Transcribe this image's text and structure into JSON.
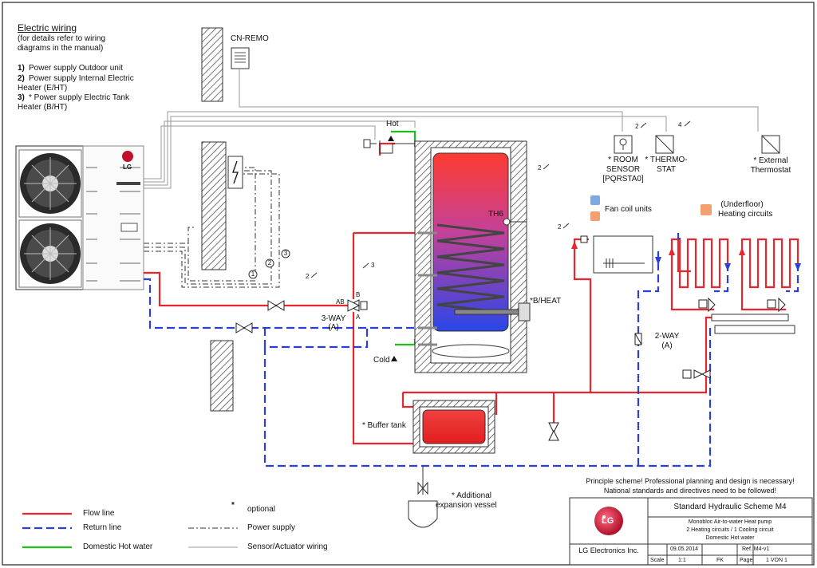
{
  "electric_wiring": {
    "title": "Electric wiring",
    "note_line1": "(for details refer to wiring",
    "note_line2": "diagrams in the manual)",
    "item1_num": "1)",
    "item1_text": "Power supply Outdoor unit",
    "item2_num": "2)",
    "item2_text_line1": "Power supply Internal Electric",
    "item2_text_line2": "Heater (E/HT)",
    "item3_num": "3)",
    "item3_text_line1": "* Power supply Electric Tank",
    "item3_text_line2": "Heater (B/HT)"
  },
  "labels": {
    "cn_remo": "CN-REMO",
    "hot": "Hot",
    "cold": "Cold",
    "th6": "TH6",
    "b_heat": "*B/HEAT",
    "three_way_1": "3-WAY",
    "three_way_2": "(A)",
    "port_ab": "AB",
    "port_b": "B",
    "port_a": "A",
    "buffer_tank": "* Buffer tank",
    "expansion_1": "* Additional",
    "expansion_2": "expansion vessel",
    "room_sensor_1": "* ROOM",
    "room_sensor_2": "SENSOR",
    "room_sensor_3": "[PQRSTA0]",
    "thermostat_1": "* THERMO-",
    "thermostat_2": "STAT",
    "ext_thermo_1": "* External",
    "ext_thermo_2": "Thermostat",
    "fan_coil": "Fan coil units",
    "underfloor_1": "(Underfloor)",
    "underfloor_2": "Heating circuits",
    "two_way_1": "2-WAY",
    "two_way_2": "(A)",
    "wire_2a": "2",
    "wire_2b": "2",
    "wire_2c": "2",
    "wire_2d": "2",
    "wire_3": "3",
    "wire_4": "4",
    "circle_1": "1",
    "circle_2": "2",
    "circle_3": "3",
    "lg_unit": "LG"
  },
  "notice": {
    "line1": "Principle scheme! Professional planning and design is necessary!",
    "line2": "National standards and directives need to be followed!"
  },
  "legend": {
    "flow": "Flow line",
    "return": "Return line",
    "dhw": "Domestic Hot water",
    "optional_mark": "*",
    "optional": "optional",
    "power": "Power supply",
    "sensor": "Sensor/Actuator wiring"
  },
  "title_block": {
    "scheme": "Standard Hydraulic Scheme M4",
    "desc1": "Monobloc Air-to-water Heat pump",
    "desc2": "2 Heating circuits / 1 Cooling circuit",
    "desc3": "Domestic Hot water",
    "company": "LG Electronics Inc.",
    "date": "09.05.2014",
    "ref": "Ref. M4-v1",
    "scale_label": "Scale",
    "scale_value": "1:1",
    "author": "FK",
    "page_label": "Page",
    "page_value": "1 VON 1",
    "logo_text": "LG"
  },
  "colors": {
    "flow": "#e8262d",
    "return": "#2b3fd6",
    "dhw": "#1fbf1f",
    "lg_red": "#c0102c"
  }
}
